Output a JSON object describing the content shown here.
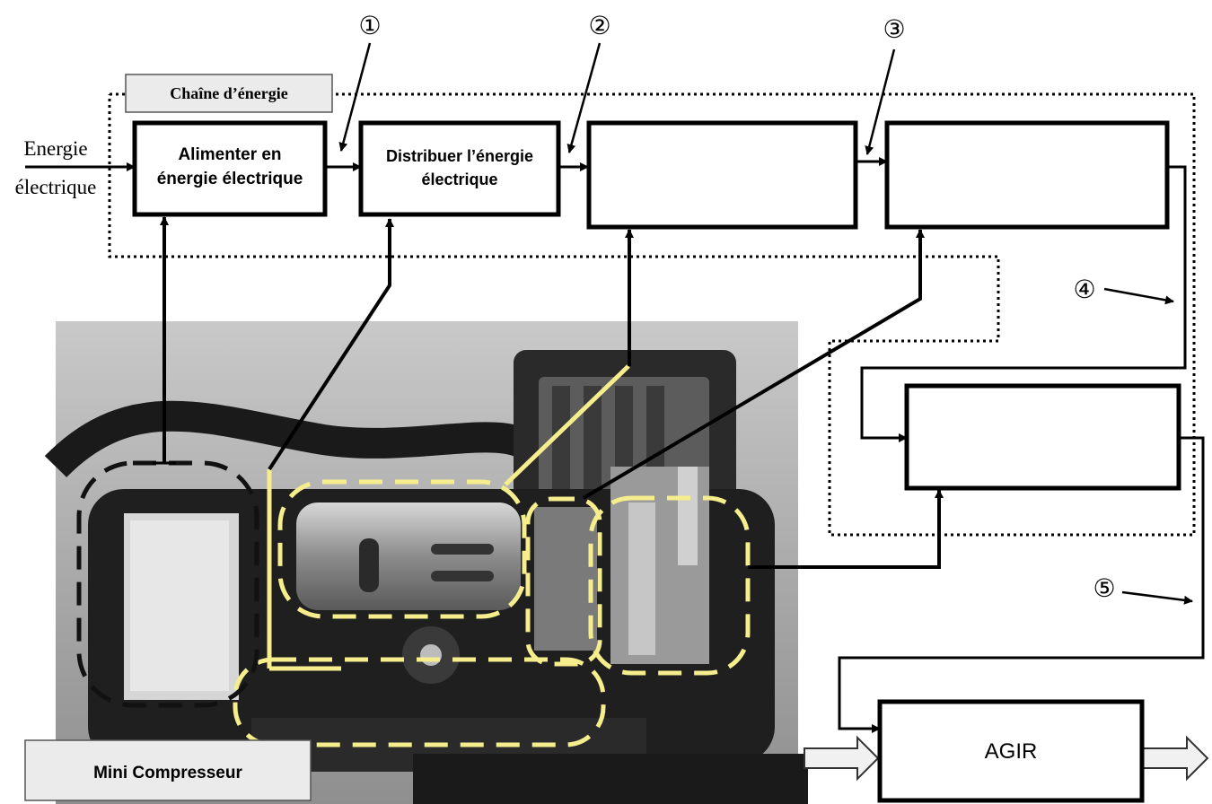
{
  "energy_input": {
    "line1": "Energie",
    "line2": "électrique"
  },
  "chain": {
    "label": "Chaîne d’énergie"
  },
  "blocks": {
    "alimenter": {
      "line1": "Alimenter en",
      "line2": "énergie électrique"
    },
    "distribuer": {
      "line1": "Distribuer l’énergie",
      "line2": "électrique"
    },
    "agir": "AGIR"
  },
  "photo_caption": "Mini Compresseur",
  "markers": [
    "①",
    "②",
    "③",
    "④",
    "⑤"
  ],
  "colors": {
    "highlight": "#f6ee8c",
    "photo_bg": "#b9b9b9",
    "dark_outline": "#111111"
  }
}
